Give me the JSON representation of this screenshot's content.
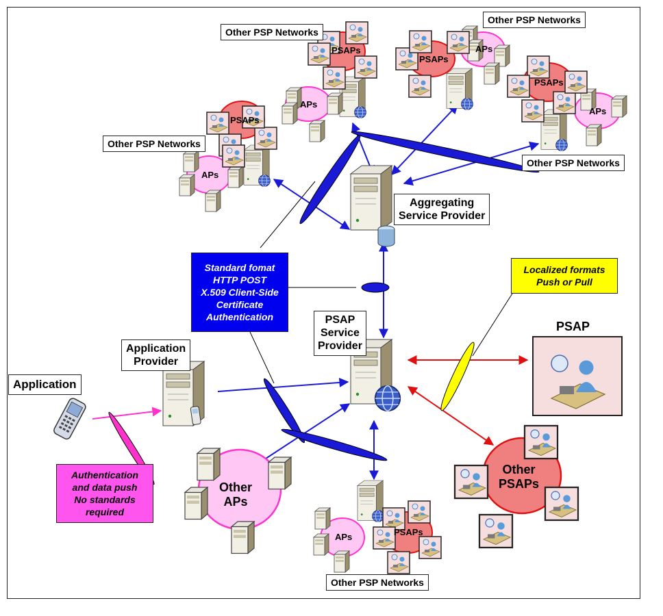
{
  "labels": {
    "aggregating_sp": [
      "Aggregating",
      "Service Provider"
    ],
    "psap_sp": [
      "PSAP",
      "Service",
      "Provider"
    ],
    "application_provider": [
      "Application",
      "Provider"
    ],
    "application": "Application",
    "psap": "PSAP",
    "other_aps": [
      "Other",
      "APs"
    ],
    "other_psaps": [
      "Other",
      "PSAPs"
    ],
    "psaps_short": "PSAPs",
    "aps_short": "APs",
    "other_psp_networks": "Other PSP Networks"
  },
  "notes": {
    "standard_format": [
      "Standard fomat",
      "HTTP POST",
      "X.509 Client-Side",
      "Certificate",
      "Authentication"
    ],
    "localized_formats": [
      "Localized formats",
      "Push or Pull"
    ],
    "auth_push": [
      "Authentication",
      "and data push",
      "No standards",
      "required"
    ]
  },
  "colors": {
    "standard_note_bg": "#0000ee",
    "localized_note_bg": "#ffff00",
    "auth_note_bg": "#ff55ee",
    "blue_link": "#1a1ad6",
    "red_link": "#e01010",
    "magenta_link": "#ff33cc",
    "psaps_cloud": "#f08080",
    "aps_cloud": "#ffc8f4"
  },
  "icons": [
    "server-icon",
    "database-icon",
    "globe-icon",
    "mobile-phone-icon",
    "operator-workstation-icon",
    "small-server-icon"
  ]
}
